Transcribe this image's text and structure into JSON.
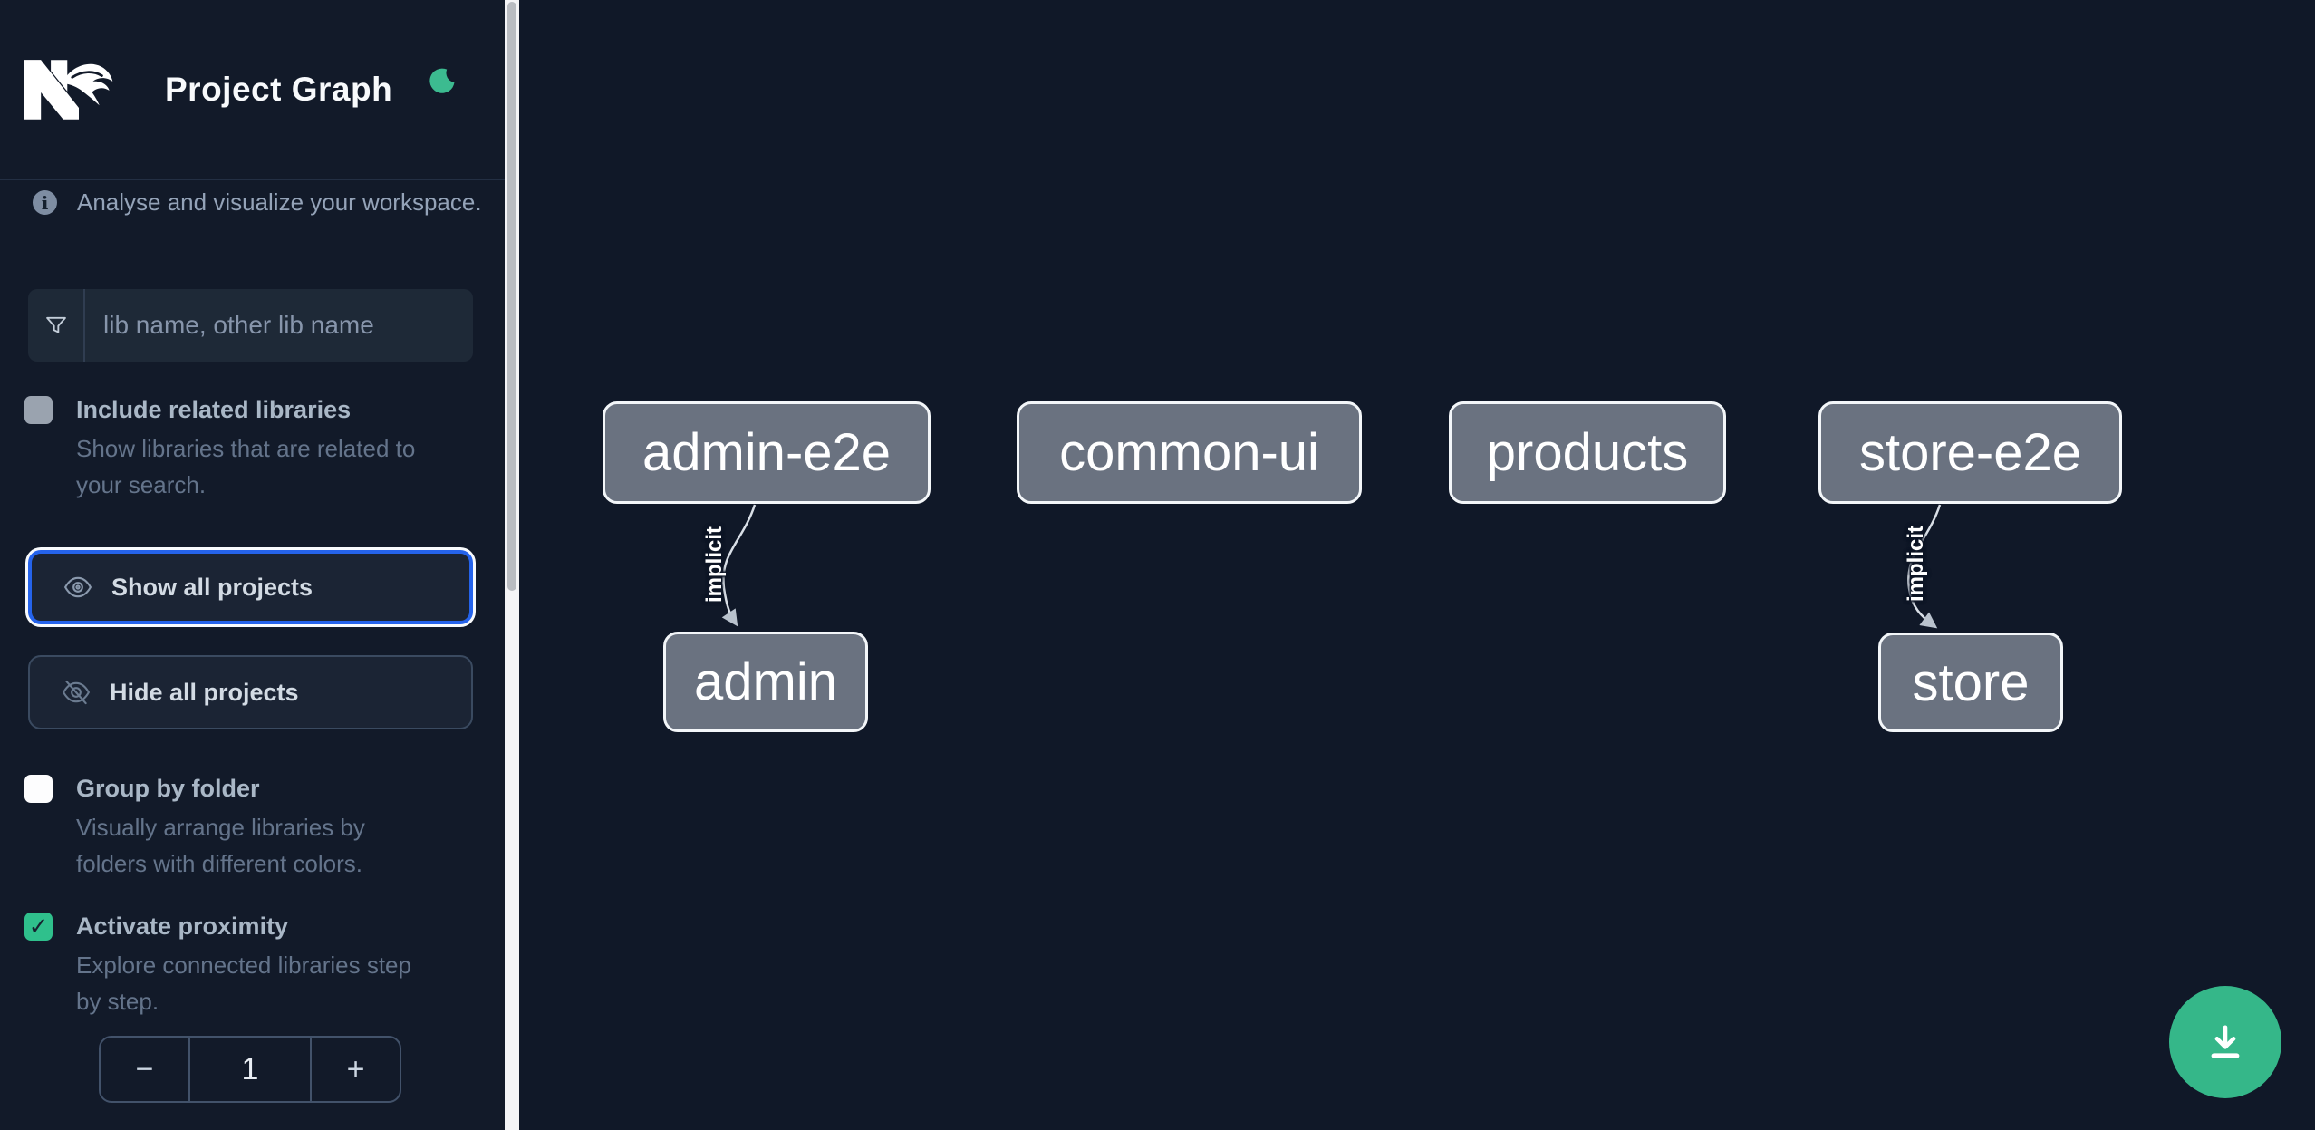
{
  "header": {
    "title": "Project Graph"
  },
  "sidebar": {
    "info_glyph": "i",
    "tagline": "Analyse and visualize your workspace.",
    "filter": {
      "placeholder": "lib name, other lib name"
    },
    "checkboxes": [
      {
        "label": "Include related libraries",
        "description_line1": "Show libraries that are related to",
        "description_line2": "your search.",
        "checked": false
      },
      {
        "label": "Group by folder",
        "description_line1": "Visually arrange libraries by",
        "description_line2": "folders with different colors.",
        "checked": false
      },
      {
        "label": "Activate proximity",
        "description_line1": "Explore connected libraries step",
        "description_line2": "by step.",
        "checked": true,
        "check_glyph": "✓"
      }
    ],
    "buttons": [
      {
        "label": "Show all projects",
        "focused": true
      },
      {
        "label": "Hide all projects",
        "focused": false
      }
    ],
    "stepper": {
      "decrease_label": "−",
      "value": "1",
      "increase_label": "+"
    }
  },
  "graph": {
    "nodes": [
      {
        "label": "admin-e2e"
      },
      {
        "label": "common-ui"
      },
      {
        "label": "products"
      },
      {
        "label": "store-e2e"
      },
      {
        "label": "admin"
      },
      {
        "label": "store"
      }
    ],
    "edges": [
      {
        "from": "admin-e2e",
        "to": "admin",
        "label": "implicit",
        "type": "implicit"
      },
      {
        "from": "store-e2e",
        "to": "store",
        "label": "implicit",
        "type": "implicit"
      }
    ]
  },
  "colors": {
    "sidebar_bg": "#121a29",
    "canvas_bg": "#101828",
    "accent_green": "#35b789",
    "checkbox_green": "#2fc08c",
    "focus_blue": "#2563eb",
    "node_fill": "#6a7280",
    "node_border": "#f3f6f9",
    "edge_line": "#d9dfe7"
  },
  "icons": {
    "moon": "moon-icon",
    "info": "info-icon",
    "funnel": "funnel-icon",
    "eye": "eye-icon",
    "eye_off": "eye-off-icon",
    "download": "download-icon"
  }
}
